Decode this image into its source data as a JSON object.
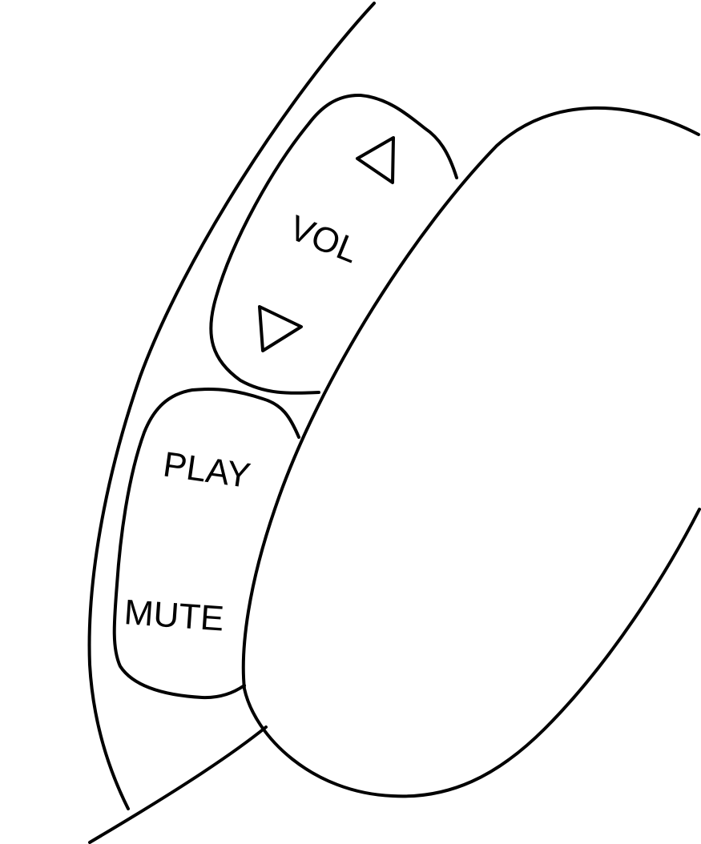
{
  "controls": {
    "volume": {
      "label": "VOL",
      "up_icon": "triangle-up-icon",
      "down_icon": "triangle-down-icon"
    },
    "play": {
      "label": "PLAY"
    },
    "mute": {
      "label": "MUTE"
    }
  },
  "colors": {
    "line": "#000000",
    "background": "#ffffff"
  }
}
